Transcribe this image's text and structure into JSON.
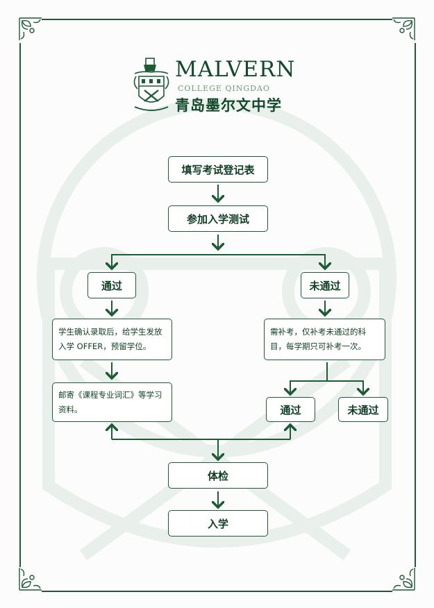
{
  "logo": {
    "brand_main": "MALVERN",
    "brand_sub": "COLLEGE QINGDAO",
    "brand_cn": "青岛墨尔文中学"
  },
  "flow": {
    "step1": "填写考试登记表",
    "step2": "参加入学测试",
    "pass": "通过",
    "fail": "未通过",
    "pass_note": "学生确认录取后，给学生发放入学 OFFER，预留学位。",
    "fail_note": "需补考，仅补考未通过的科目，每学期只可补考一次。",
    "mail_note": "邮寄《课程专业词汇》等学习资料。",
    "retake_pass": "通过",
    "retake_fail": "未通过",
    "medical": "体检",
    "enroll": "入学"
  },
  "colors": {
    "primary": "#1d5a36",
    "text": "#0f3d24",
    "brand_light": "#6c9a7b"
  }
}
